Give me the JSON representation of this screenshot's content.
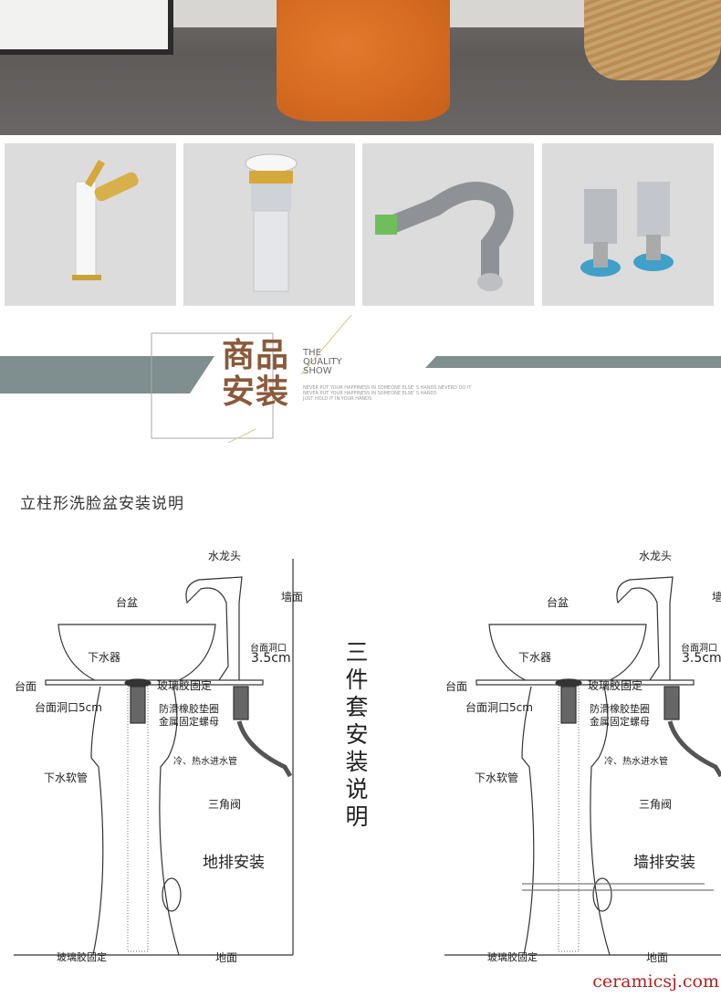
{
  "banner": {
    "title_line1": "商品",
    "title_line2": "安装",
    "eng1": "THE",
    "eng2": "QUALITY",
    "eng3": "SHOW",
    "small1": "NEVER PUT YOUR HAPPINESS IN SOMEONE ELSE' S HANDS NEVERD DO IT",
    "small2": "NEVER PUT YOUR HAPPINESS IN SOMEONE ELSE' S HANDS",
    "small3": "JUST HOLD IT IN YOUR HANDS",
    "bar_color": "#7f8e8e"
  },
  "products": [
    {
      "name": "faucet"
    },
    {
      "name": "drain"
    },
    {
      "name": "drain-hose"
    },
    {
      "name": "angle-valves"
    }
  ],
  "section_title": "立柱形洗脸盆安装说明",
  "vertical_title": "三件套安装说明",
  "diagrams": [
    {
      "faucet": "水龙头",
      "basin": "台盆",
      "wall": "墙面",
      "drain": "下水器",
      "hole": "台面洞口",
      "hole_size": "3.5cm",
      "counter": "台面",
      "glue": "玻璃胶固定",
      "hole5": "台面洞口5cm",
      "washer": "防滑橡胶垫圈",
      "nut": "金属固定螺母",
      "inlet": "冷、热水进水管",
      "hose": "下水软管",
      "valve": "三角阀",
      "install": "地排安装",
      "glue_bottom": "玻璃胶固定",
      "floor": "地面"
    },
    {
      "faucet": "水龙头",
      "basin": "台盆",
      "wall": "墙面",
      "drain": "下水器",
      "hole": "台面洞口",
      "hole_size": "3.5cm",
      "counter": "台面",
      "glue": "玻璃胶固定",
      "hole5": "台面洞口5cm",
      "washer": "防滑橡胶垫圈",
      "nut": "金属固定螺母",
      "inlet": "冷、热水进水管",
      "hose": "下水软管",
      "valve": "三角阀",
      "install": "墙排安装",
      "glue_bottom": "玻璃胶固定",
      "floor": "地面"
    }
  ],
  "watermark": "ceramicsj.com"
}
